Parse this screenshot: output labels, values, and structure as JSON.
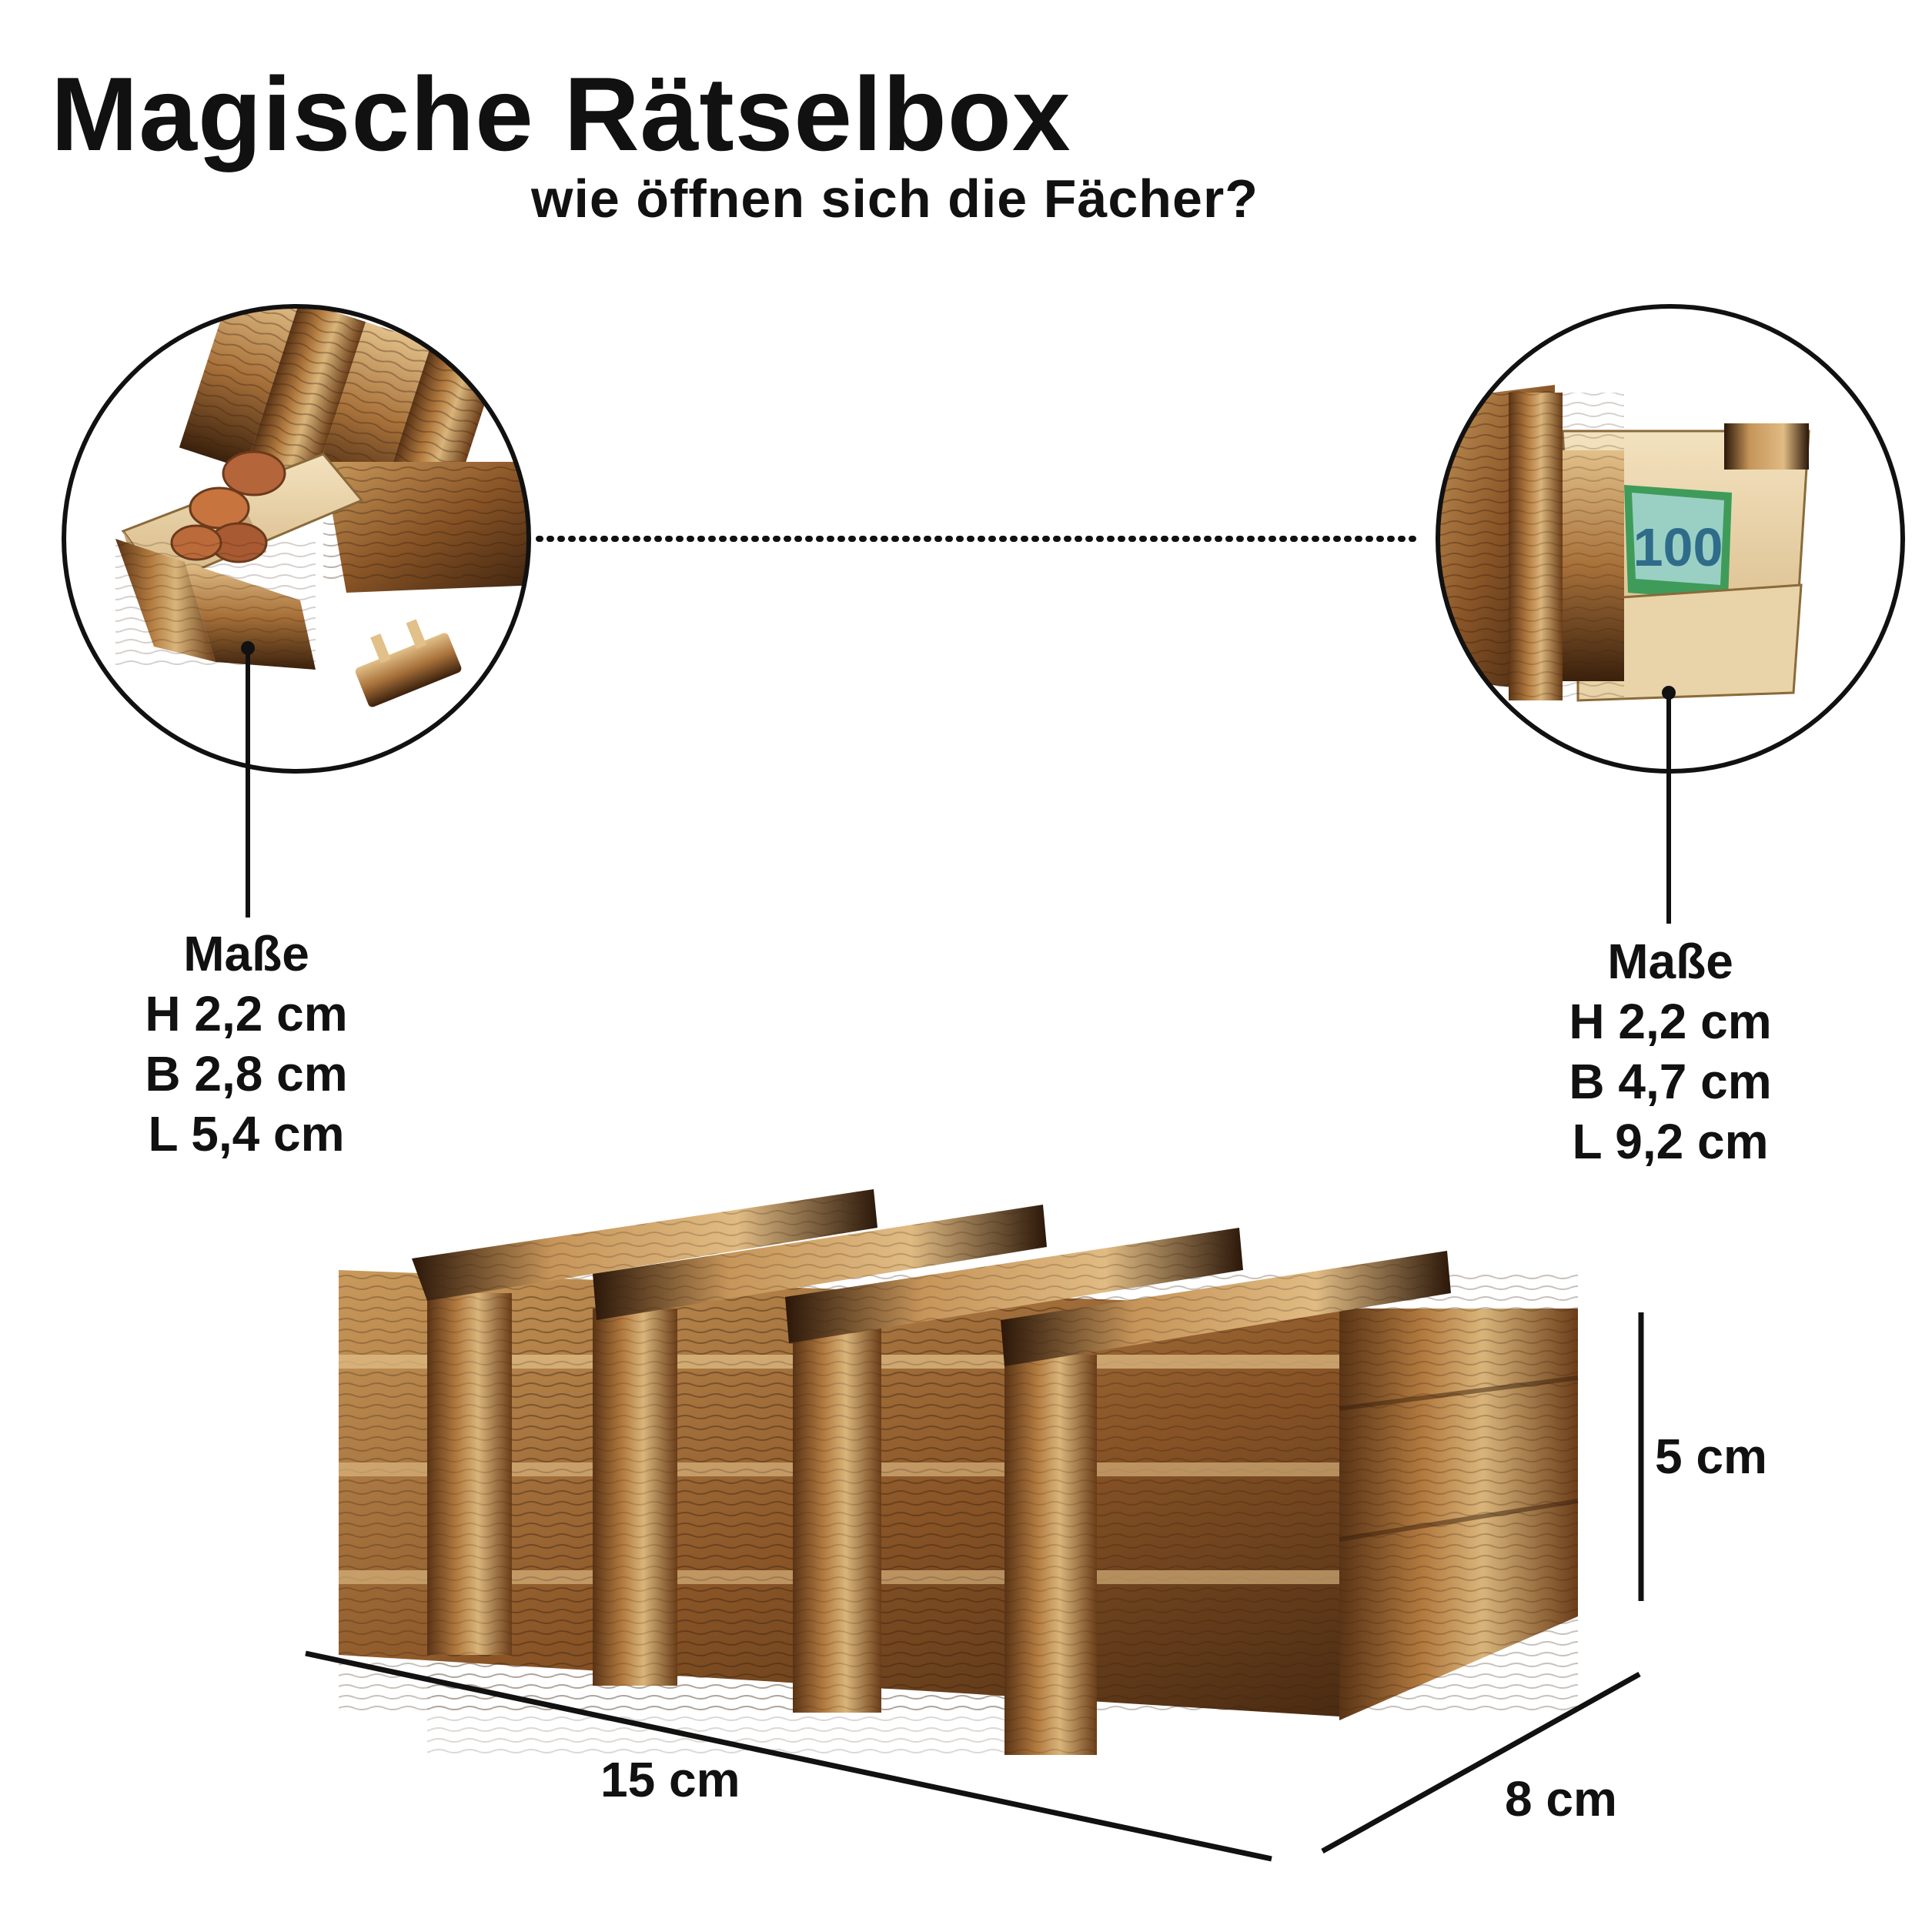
{
  "header": {
    "title": "Magische Rätselbox",
    "subtitle": "wie öffnen sich die Fächer?"
  },
  "left_detail": {
    "heading": "Maße",
    "height": "H 2,2 cm",
    "width": "B 2,8 cm",
    "length": "L 5,4 cm",
    "contents_icon": "coins-icon"
  },
  "right_detail": {
    "heading": "Maße",
    "height": "H 2,2 cm",
    "width": "B 4,7 cm",
    "length": "L 9,2 cm",
    "contents_icon": "banknote-icon",
    "banknote_value": "100"
  },
  "box_dimensions": {
    "height": "5 cm",
    "length": "15 cm",
    "depth": "8 cm"
  },
  "colors": {
    "text": "#111111",
    "wood_light": "#d9b47a",
    "wood_mid": "#a8713a",
    "wood_dark": "#4a2a12",
    "wood_burnt": "#2b1709",
    "banknote": "#3f9b5a",
    "coin": "#b5653a"
  }
}
